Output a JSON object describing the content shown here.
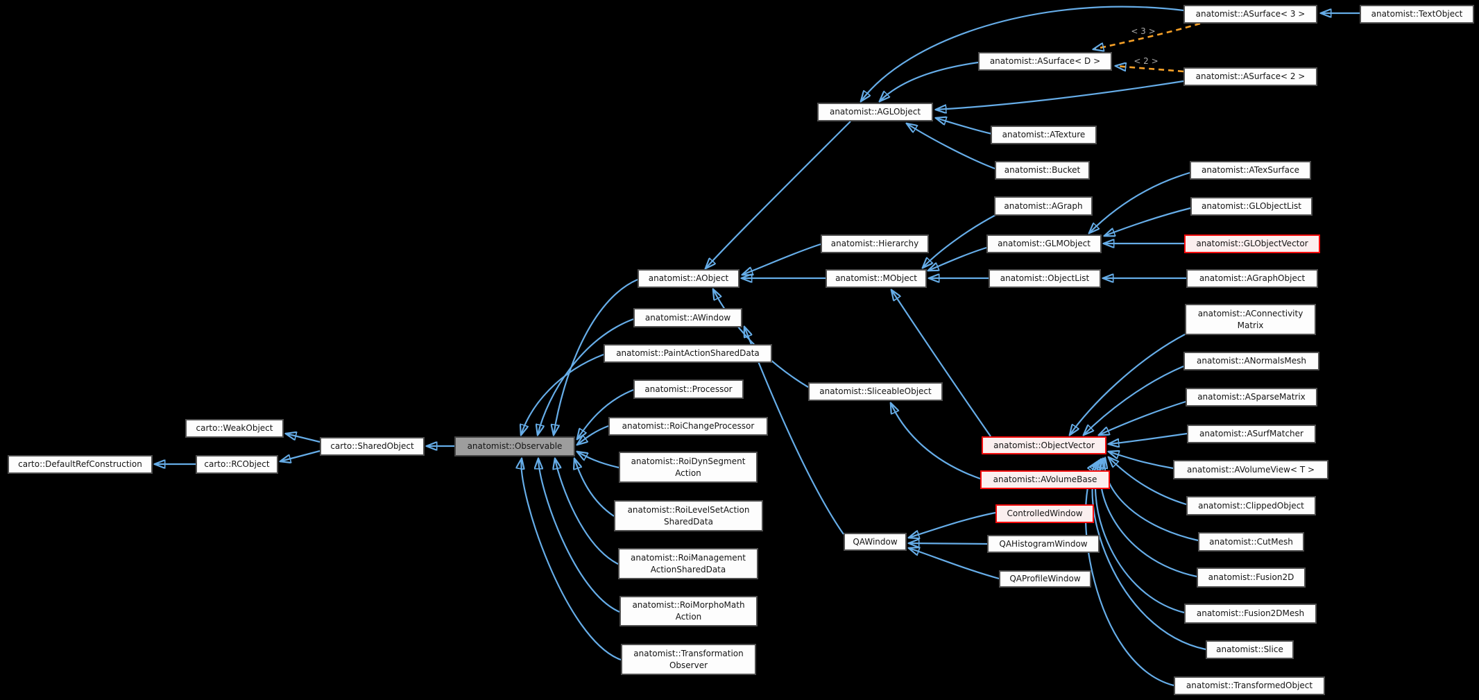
{
  "diagram": {
    "colors": {
      "background": "#000000",
      "node_fill": "#FDFDFD",
      "node_border": "#4F4F4F",
      "node_text": "#141414",
      "highlight_node_fill": "#9D9D9D",
      "red_node_border": "#FB0D0D",
      "red_node_fill": "#FBEFEF",
      "inheritance_edge": "#66ADE8",
      "template_edge": "#F9A228",
      "edge_label_text": "#ABABAB"
    },
    "edge_labels": {
      "three": "< 3 >",
      "two": "< 2 >"
    },
    "nodes": {
      "asurface3": {
        "label": "anatomist::ASurface< 3 >",
        "style": "normal"
      },
      "textobject": {
        "label": "anatomist::TextObject",
        "style": "normal"
      },
      "asurfaced": {
        "label": "anatomist::ASurface< D >",
        "style": "normal"
      },
      "asurface2": {
        "label": "anatomist::ASurface< 2 >",
        "style": "normal"
      },
      "aglobject": {
        "label": "anatomist::AGLObject",
        "style": "normal"
      },
      "atexture": {
        "label": "anatomist::ATexture",
        "style": "normal"
      },
      "bucket": {
        "label": "anatomist::Bucket",
        "style": "normal"
      },
      "agraph": {
        "label": "anatomist::AGraph",
        "style": "normal"
      },
      "atexsurface": {
        "label": "anatomist::ATexSurface",
        "style": "normal"
      },
      "globjectlist": {
        "label": "anatomist::GLObjectList",
        "style": "normal"
      },
      "hierarchy": {
        "label": "anatomist::Hierarchy",
        "style": "normal"
      },
      "glmobject": {
        "label": "anatomist::GLMObject",
        "style": "normal"
      },
      "globjectvector": {
        "label": "anatomist::GLObjectVector",
        "style": "red"
      },
      "aobject": {
        "label": "anatomist::AObject",
        "style": "normal"
      },
      "mobject": {
        "label": "anatomist::MObject",
        "style": "normal"
      },
      "objectlist": {
        "label": "anatomist::ObjectList",
        "style": "normal"
      },
      "agraphobject": {
        "label": "anatomist::AGraphObject",
        "style": "normal"
      },
      "aconnectivitymatrix": {
        "label": "anatomist::AConnectivity\nMatrix",
        "style": "normal"
      },
      "awindow": {
        "label": "anatomist::AWindow",
        "style": "normal"
      },
      "paintactionshareddata": {
        "label": "anatomist::PaintActionSharedData",
        "style": "normal"
      },
      "anormalsmesh": {
        "label": "anatomist::ANormalsMesh",
        "style": "normal"
      },
      "processor": {
        "label": "anatomist::Processor",
        "style": "normal"
      },
      "sliceableobject": {
        "label": "anatomist::SliceableObject",
        "style": "normal"
      },
      "asparsematrix": {
        "label": "anatomist::ASparseMatrix",
        "style": "normal"
      },
      "roichangeprocessor": {
        "label": "anatomist::RoiChangeProcessor",
        "style": "normal"
      },
      "weakobject": {
        "label": "carto::WeakObject",
        "style": "normal"
      },
      "asurfmatcher": {
        "label": "anatomist::ASurfMatcher",
        "style": "normal"
      },
      "objectvector": {
        "label": "anatomist::ObjectVector",
        "style": "red"
      },
      "sharedobject": {
        "label": "carto::SharedObject",
        "style": "normal"
      },
      "observable": {
        "label": "anatomist::Observable",
        "style": "gray"
      },
      "roidynsegmentaction": {
        "label": "anatomist::RoiDynSegment\nAction",
        "style": "normal"
      },
      "rcobject": {
        "label": "carto::RCObject",
        "style": "normal"
      },
      "defaultrefconstruction": {
        "label": "carto::DefaultRefConstruction",
        "style": "normal"
      },
      "avolumeview": {
        "label": "anatomist::AVolumeView< T >",
        "style": "normal"
      },
      "avolumebase": {
        "label": "anatomist::AVolumeBase",
        "style": "red"
      },
      "clippedobject": {
        "label": "anatomist::ClippedObject",
        "style": "normal"
      },
      "roilevelsetactionshareddata": {
        "label": "anatomist::RoiLevelSetAction\nSharedData",
        "style": "normal"
      },
      "controlledwindow": {
        "label": "ControlledWindow",
        "style": "red"
      },
      "cutmesh": {
        "label": "anatomist::CutMesh",
        "style": "normal"
      },
      "qawindow": {
        "label": "QAWindow",
        "style": "normal"
      },
      "qahistogramwindow": {
        "label": "QAHistogramWindow",
        "style": "normal"
      },
      "roimanagementactionshareddata": {
        "label": "anatomist::RoiManagement\nActionSharedData",
        "style": "normal"
      },
      "fusion2d": {
        "label": "anatomist::Fusion2D",
        "style": "normal"
      },
      "qaprofilewindow": {
        "label": "QAProfileWindow",
        "style": "normal"
      },
      "roimorphomathaction": {
        "label": "anatomist::RoiMorphoMath\nAction",
        "style": "normal"
      },
      "fusion2dmesh": {
        "label": "anatomist::Fusion2DMesh",
        "style": "normal"
      },
      "slice": {
        "label": "anatomist::Slice",
        "style": "normal"
      },
      "transformationobserver": {
        "label": "anatomist::Transformation\nObserver",
        "style": "normal"
      },
      "transformedobject": {
        "label": "anatomist::TransformedObject",
        "style": "normal"
      }
    },
    "edges": [
      {
        "from": "textobject",
        "to": "asurface3",
        "type": "inheritance"
      },
      {
        "from": "asurface3",
        "to": "aglobject",
        "type": "inheritance"
      },
      {
        "from": "asurfaced",
        "to": "aglobject",
        "type": "inheritance"
      },
      {
        "from": "asurface2",
        "to": "aglobject",
        "type": "inheritance"
      },
      {
        "from": "atexture",
        "to": "aglobject",
        "type": "inheritance"
      },
      {
        "from": "bucket",
        "to": "aglobject",
        "type": "inheritance"
      },
      {
        "from": "aglobject",
        "to": "aobject",
        "type": "inheritance"
      },
      {
        "from": "hierarchy",
        "to": "aobject",
        "type": "inheritance"
      },
      {
        "from": "mobject",
        "to": "aobject",
        "type": "inheritance"
      },
      {
        "from": "sliceableobject",
        "to": "aobject",
        "type": "inheritance"
      },
      {
        "from": "agraph",
        "to": "mobject",
        "type": "inheritance"
      },
      {
        "from": "glmobject",
        "to": "mobject",
        "type": "inheritance"
      },
      {
        "from": "objectlist",
        "to": "mobject",
        "type": "inheritance"
      },
      {
        "from": "objectvector",
        "to": "mobject",
        "type": "inheritance"
      },
      {
        "from": "atexsurface",
        "to": "glmobject",
        "type": "inheritance"
      },
      {
        "from": "globjectlist",
        "to": "glmobject",
        "type": "inheritance"
      },
      {
        "from": "globjectvector",
        "to": "glmobject",
        "type": "inheritance"
      },
      {
        "from": "agraphobject",
        "to": "objectlist",
        "type": "inheritance"
      },
      {
        "from": "aconnectivitymatrix",
        "to": "objectvector",
        "type": "inheritance"
      },
      {
        "from": "anormalsmesh",
        "to": "objectvector",
        "type": "inheritance"
      },
      {
        "from": "asparsematrix",
        "to": "objectvector",
        "type": "inheritance"
      },
      {
        "from": "asurfmatcher",
        "to": "objectvector",
        "type": "inheritance"
      },
      {
        "from": "avolumeview",
        "to": "objectvector",
        "type": "inheritance"
      },
      {
        "from": "clippedobject",
        "to": "objectvector",
        "type": "inheritance"
      },
      {
        "from": "cutmesh",
        "to": "objectvector",
        "type": "inheritance"
      },
      {
        "from": "fusion2d",
        "to": "objectvector",
        "type": "inheritance"
      },
      {
        "from": "fusion2dmesh",
        "to": "objectvector",
        "type": "inheritance"
      },
      {
        "from": "slice",
        "to": "objectvector",
        "type": "inheritance"
      },
      {
        "from": "transformedobject",
        "to": "objectvector",
        "type": "inheritance"
      },
      {
        "from": "avolumebase",
        "to": "sliceableobject",
        "type": "inheritance"
      },
      {
        "from": "controlledwindow",
        "to": "qawindow",
        "type": "inheritance"
      },
      {
        "from": "qahistogramwindow",
        "to": "qawindow",
        "type": "inheritance"
      },
      {
        "from": "qaprofilewindow",
        "to": "qawindow",
        "type": "inheritance"
      },
      {
        "from": "qawindow",
        "to": "awindow",
        "type": "inheritance"
      },
      {
        "from": "aobject",
        "to": "observable",
        "type": "inheritance"
      },
      {
        "from": "awindow",
        "to": "observable",
        "type": "inheritance"
      },
      {
        "from": "paintactionshareddata",
        "to": "observable",
        "type": "inheritance"
      },
      {
        "from": "processor",
        "to": "observable",
        "type": "inheritance"
      },
      {
        "from": "roichangeprocessor",
        "to": "observable",
        "type": "inheritance"
      },
      {
        "from": "roidynsegmentaction",
        "to": "observable",
        "type": "inheritance"
      },
      {
        "from": "roilevelsetactionshareddata",
        "to": "observable",
        "type": "inheritance"
      },
      {
        "from": "roimanagementactionshareddata",
        "to": "observable",
        "type": "inheritance"
      },
      {
        "from": "roimorphomathaction",
        "to": "observable",
        "type": "inheritance"
      },
      {
        "from": "transformationobserver",
        "to": "observable",
        "type": "inheritance"
      },
      {
        "from": "observable",
        "to": "sharedobject",
        "type": "inheritance"
      },
      {
        "from": "sharedobject",
        "to": "weakobject",
        "type": "inheritance"
      },
      {
        "from": "sharedobject",
        "to": "rcobject",
        "type": "inheritance"
      },
      {
        "from": "rcobject",
        "to": "defaultrefconstruction",
        "type": "inheritance"
      },
      {
        "from": "asurface3",
        "to": "asurfaced",
        "type": "template-instance",
        "label": "< 3 >"
      },
      {
        "from": "asurface2",
        "to": "asurfaced",
        "type": "template-instance",
        "label": "< 2 >"
      }
    ]
  }
}
